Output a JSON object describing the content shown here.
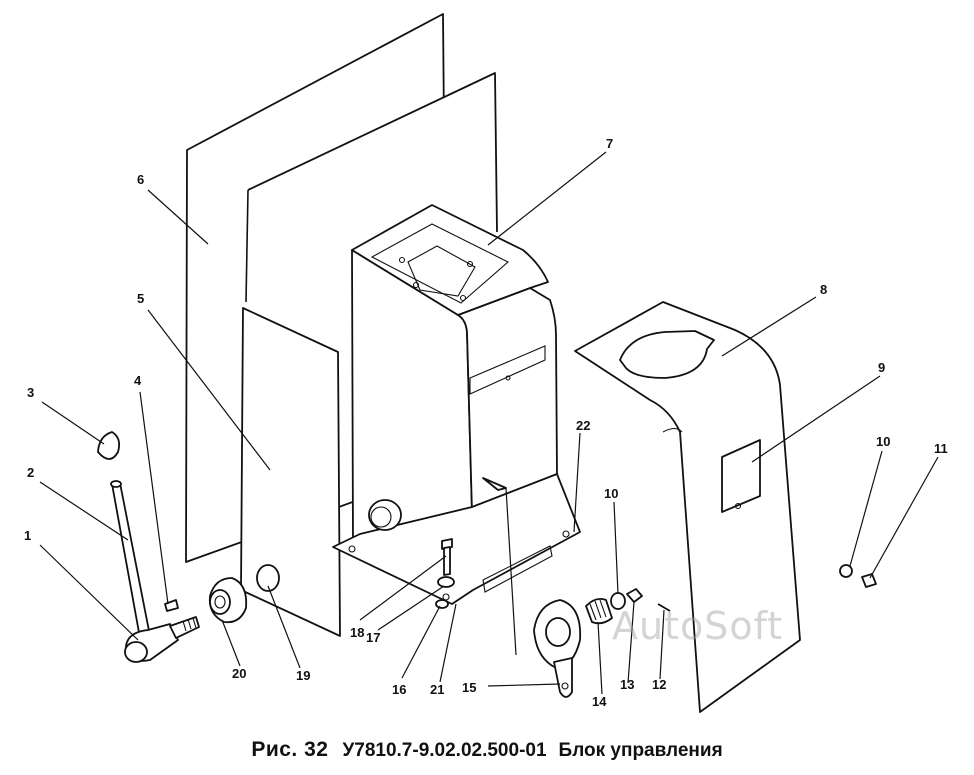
{
  "figure": {
    "label": "Рис. 32",
    "code": "У7810.7-9.02.02.500-01",
    "title": "Блок управления"
  },
  "watermark": "AutoSoft",
  "callouts": [
    "1",
    "2",
    "3",
    "4",
    "5",
    "6",
    "7",
    "8",
    "9",
    "10",
    "11",
    "22",
    "10",
    "13",
    "12",
    "14",
    "15",
    "21",
    "16",
    "17",
    "18",
    "20",
    "19"
  ]
}
